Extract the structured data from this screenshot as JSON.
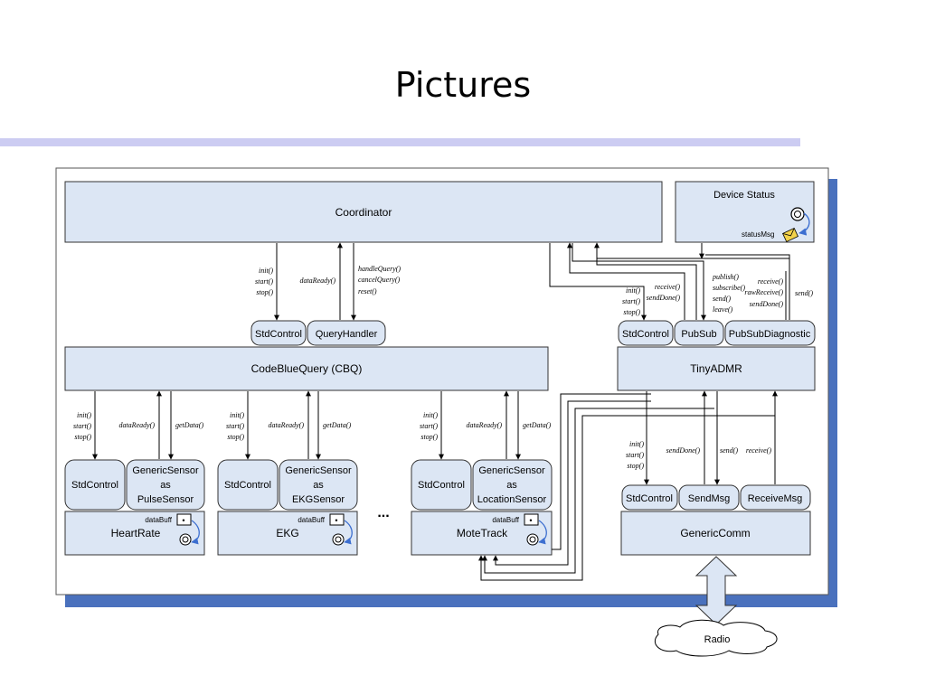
{
  "slide": {
    "title": "Pictures"
  },
  "colors": {
    "box_fill": "#dce6f4",
    "shadow": "#4a71bd",
    "rule": "#ccccf2"
  },
  "diagram": {
    "coordinator": "Coordinator",
    "device_status": "Device Status",
    "status_msg": "statusMsg",
    "cbq": "CodeBlueQuery (CBQ)",
    "tinyadmr": "TinyADMR",
    "genericcomm": "GenericComm",
    "radio": "Radio",
    "ellipsis": "...",
    "stdcontrol": "StdControl",
    "queryhandler": "QueryHandler",
    "pubsub": "PubSub",
    "pubsubdiag": "PubSubDiagnostic",
    "sendmsg": "SendMsg",
    "receivemsg": "ReceiveMsg",
    "gs_l1": "GenericSensor",
    "gs_l2": "as",
    "gs_pulse": "PulseSensor",
    "gs_ekg": "EKGSensor",
    "gs_loc": "LocationSensor",
    "heartrate": "HeartRate",
    "ekg": "EKG",
    "motetrack": "MoteTrack",
    "databuff": "dataBuff",
    "dot": "•",
    "calls": {
      "init": "init()",
      "start": "start()",
      "stop": "stop()",
      "dataready": "dataReady()",
      "getdata": "getData()",
      "handlequery": "handleQuery()",
      "cancelquery": "cancelQuery()",
      "reset": "reset()",
      "receive": "receive()",
      "senddone": "sendDone()",
      "publish": "publish()",
      "subscribe": "subscribe()",
      "send": "send()",
      "leave": "leave()",
      "rawreceive": "rawReceive()"
    }
  }
}
